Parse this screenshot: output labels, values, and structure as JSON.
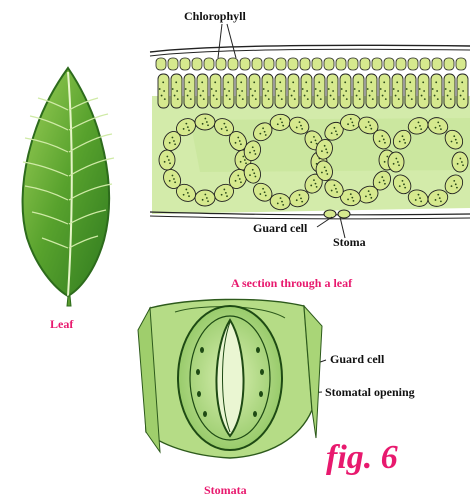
{
  "labels": {
    "chlorophyll": "Chlorophyll",
    "guard_cell_top": "Guard cell",
    "stoma": "Stoma",
    "section_caption": "A section through a leaf",
    "leaf_caption": "Leaf",
    "guard_cell_bottom": "Guard cell",
    "stomatal_opening": "Stomatal opening",
    "stomata_caption": "Stomata",
    "figure_number": "fig. 6"
  },
  "colors": {
    "caption_pink": "#e8196e",
    "label_black": "#111111",
    "leaf_green": "#4f9a2a",
    "cell_fill": "#d6e98e",
    "tissue_green": "#cfe7a4",
    "stoma_green": "#93c873"
  }
}
